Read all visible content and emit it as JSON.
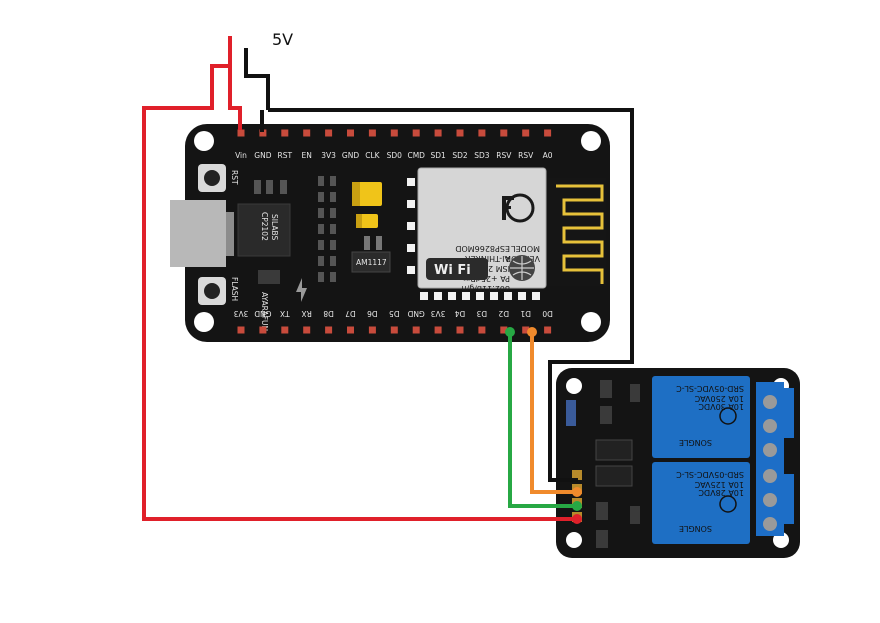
{
  "supply": {
    "label": "5V"
  },
  "board": {
    "top_pins": [
      "Vin",
      "GND",
      "RST",
      "EN",
      "3V3",
      "GND",
      "CLK",
      "SD0",
      "CMD",
      "SD1",
      "SD2",
      "SD3",
      "RSV",
      "RSV",
      "A0"
    ],
    "bottom_pins": [
      "3V3",
      "GND",
      "TX",
      "RX",
      "D8",
      "D7",
      "D6",
      "D5",
      "GND",
      "3V3",
      "D4",
      "D3",
      "D2",
      "D1",
      "D0"
    ],
    "rst_label": "RST",
    "flash_label": "FLASH",
    "usb_chip": [
      "CP2102",
      "SILABS"
    ],
    "regulator": "AM1117",
    "brand": "AYARAFUN",
    "module": {
      "lines": [
        "MODEL",
        "VENDOR",
        "ESP8266MOD",
        "AI-THINKER",
        "ISM 2.4GHz",
        "PA +25dBm",
        "802.11b/g/n"
      ],
      "wifi": "Wi Fi"
    }
  },
  "relay": {
    "brand": "SONGLE",
    "model": "SRD-05VDC-SL-C",
    "ratings": [
      "10A 250VAC",
      "10A 125VAC",
      "10A 30VDC",
      "10A 28VDC"
    ]
  },
  "wires": {
    "power_color": "#e0202a",
    "ground_color": "#111111",
    "signal_green": "#27a844",
    "signal_orange": "#f08a2c"
  }
}
